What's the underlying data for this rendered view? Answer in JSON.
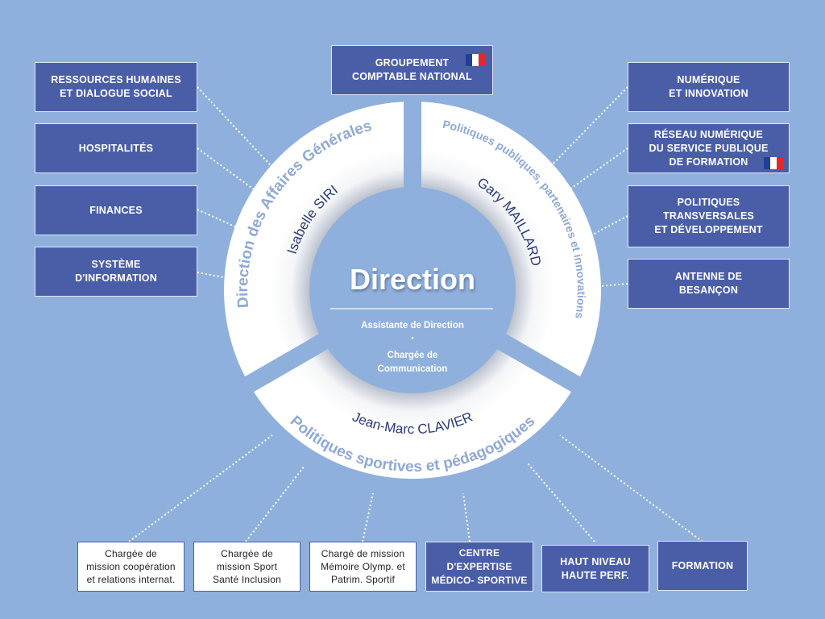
{
  "center": {
    "title": "Direction",
    "assistant": "Assistante de Direction",
    "separator": "•",
    "communication_line1": "Chargée de",
    "communication_line2": "Communication"
  },
  "segments": {
    "left": {
      "label": "Direction des Affaires Générales",
      "name": "Isabelle SIRI"
    },
    "right": {
      "label": "Politiques publiques, partenaires et innovations",
      "name": "Gary MAILLARD"
    },
    "bottom": {
      "label": "Politiques sportives et pédagogiques",
      "name": "Jean-Marc CLAVIER"
    }
  },
  "top_box": {
    "label": "GROUPEMENT\nCOMPTABLE NATIONAL",
    "flag": "french-flag"
  },
  "left_boxes": [
    "RESSOURCES HUMAINES\nET DIALOGUE SOCIAL",
    "HOSPITALITÉS",
    "FINANCES",
    "SYSTÈME\nD'INFORMATION"
  ],
  "right_boxes": [
    "NUMÉRIQUE\nET INNOVATION",
    "RÉSEAU NUMÉRIQUE\nDU SERVICE PUBLIQUE\nDE FORMATION",
    "POLITIQUES\nTRANSVERSALES\nET DÉVELOPPEMENT",
    "ANTENNE DE\nBESANÇON"
  ],
  "bottom_boxes": [
    "Chargée de\nmission coopération\net relations internat.",
    "Chargée de\nmission Sport\nSanté Inclusion",
    "Chargé de mission\nMémoire Olymp. et\nPatrim. Sportif",
    "CENTRE\nD'EXPERTISE\nMÉDICO- SPORTIVE",
    "HAUT NIVEAU\nHAUTE PERF.",
    "FORMATION"
  ],
  "colors": {
    "background": "#8fb0dc",
    "box": "#4a5ea8",
    "ring_label": "#8fa9d6",
    "name": "#2a3a7a"
  }
}
